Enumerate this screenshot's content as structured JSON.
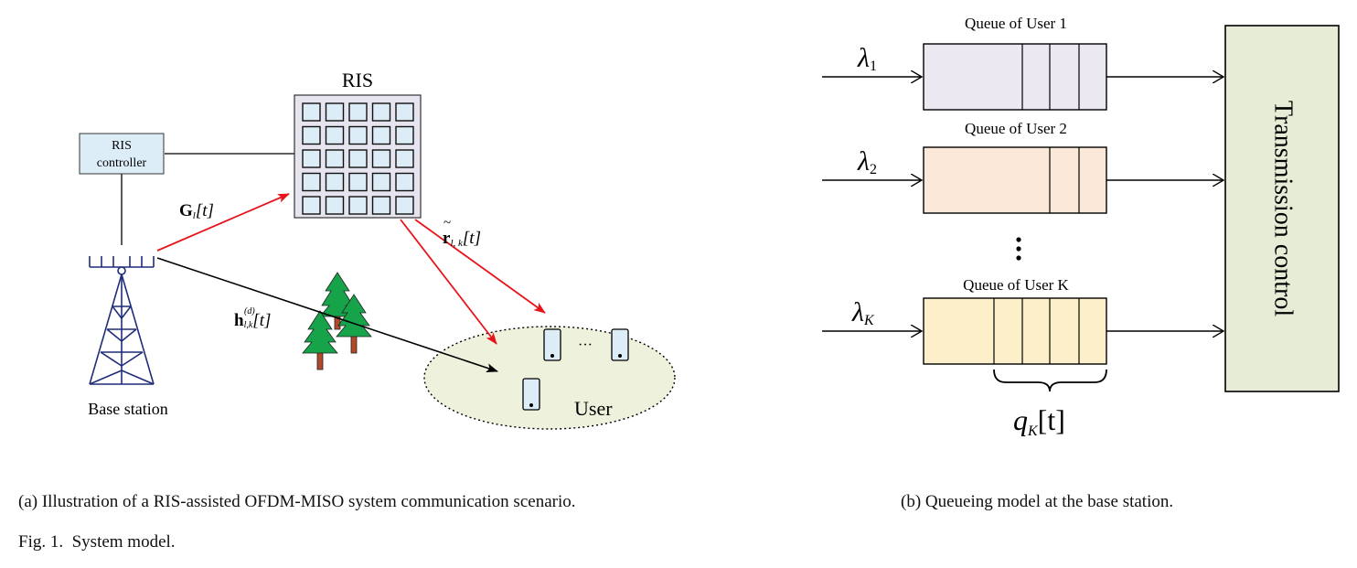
{
  "figure": {
    "number_label": "Fig. 1.",
    "title": "System model.",
    "caption_a": "(a) Illustration of a RIS-assisted OFDM-MISO system communication scenario.",
    "caption_b": "(b) Queueing model at the base station."
  },
  "scenario": {
    "ris_label": "RIS",
    "ris_controller_line1": "RIS",
    "ris_controller_line2": "controller",
    "base_station_label": "Base station",
    "user_label": "User",
    "ellipsis": "···",
    "channel_g_main": "G",
    "channel_g_sub": "l",
    "channel_g_time": "[t]",
    "channel_r_main": "r",
    "channel_r_tilde": "~",
    "channel_r_sub": "l, k",
    "channel_r_time": "[t]",
    "channel_h_main": "h",
    "channel_h_sup": "(d)",
    "channel_h_sub": "l,k",
    "channel_h_time": "[t]",
    "colors": {
      "ris_link": "#e8141b",
      "direct_link": "#000000",
      "antenna": "#1f2d7a",
      "ris_panel": "#e6e4ef",
      "ris_element": "#dcedf7",
      "controller_box": "#dcedf7",
      "user_area": "#eef1dc",
      "tree_green": "#17a34a",
      "tree_trunk": "#b04a2a"
    }
  },
  "queue_model": {
    "queues": [
      {
        "label": "Queue of User 1",
        "lambda": "λ",
        "lambda_sub": "1",
        "fill": "#ebe8f2"
      },
      {
        "label": "Queue of User 2",
        "lambda": "λ",
        "lambda_sub": "2",
        "fill": "#fbe8d8"
      },
      {
        "label": "Queue of User K",
        "lambda": "λ",
        "lambda_sub": "K",
        "fill": "#fdefc9"
      }
    ],
    "vertical_dots": "⋮",
    "transmission_label": "Transmission control",
    "transmission_fill": "#e6ecd6",
    "q_main": "q",
    "q_sub": "K",
    "q_time": "[t]"
  }
}
